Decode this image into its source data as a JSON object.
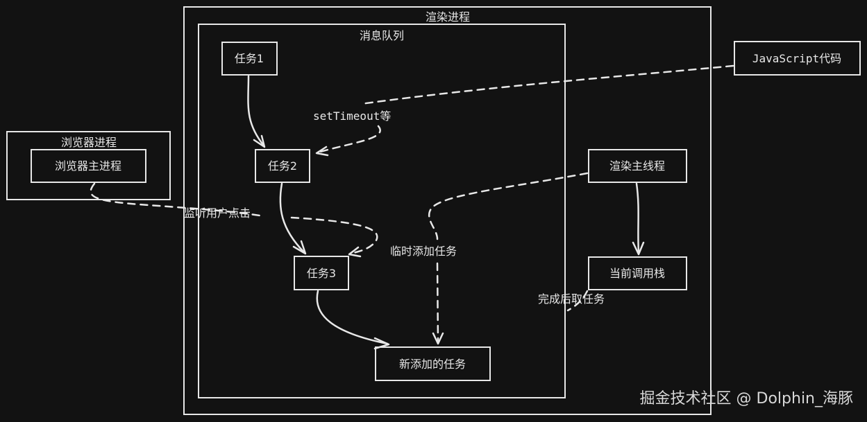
{
  "frames": {
    "render_process": "渲染进程",
    "message_queue": "消息队列",
    "browser_process": "浏览器进程"
  },
  "nodes": {
    "task1": "任务1",
    "task2": "任务2",
    "task3": "任务3",
    "new_task": "新添加的任务",
    "browser_main": "浏览器主进程",
    "js_code": "JavaScript代码",
    "render_main": "渲染主线程",
    "call_stack": "当前调用栈"
  },
  "edges": {
    "set_timeout": "setTimeout等",
    "listen_click": "监听用户点击",
    "temp_add": "临时添加任务",
    "fetch_task": "完成后取任务"
  },
  "colors": {
    "background": "#121212",
    "stroke": "#e8e8e8"
  },
  "watermark": "掘金技术社区 @ Dolphin_海豚"
}
